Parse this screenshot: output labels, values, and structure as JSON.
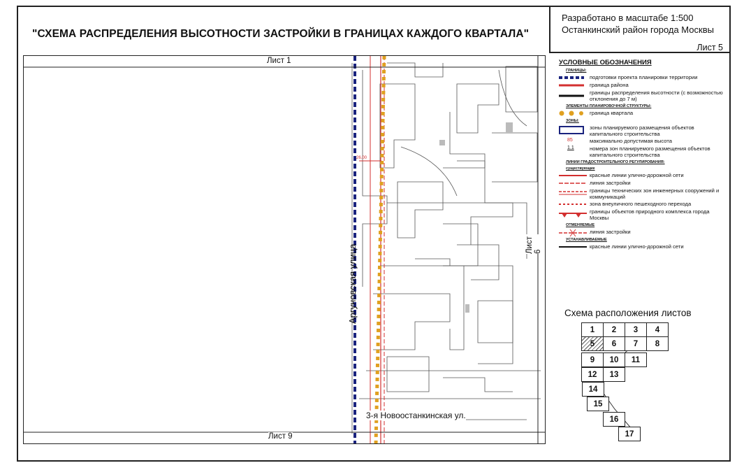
{
  "title": "\"СХЕМА РАСПРЕДЕЛЕНИЯ ВЫСОТНОСТИ ЗАСТРОЙКИ В ГРАНИЦАХ КАЖДОГО КВАРТАЛА\"",
  "stamp": {
    "line1": "Разработано в масштабе 1:500",
    "line2": "Останкинский район города Москвы"
  },
  "sheet_number": "Лист 5",
  "map": {
    "sheet_top": "Лист 1",
    "sheet_bottom": "Лист 9",
    "sheet_right": "Лист 6",
    "street_1": "Аргуновская улица",
    "street_2": "3-я Новоостанкинская ул.",
    "dimension": "26.00"
  },
  "legend": {
    "title": "УСЛОВНЫЕ ОБОЗНАЧЕНИЯ",
    "sections": {
      "boundaries": "ГРАНИЦЫ:",
      "structure": "ЭЛЕМЕНТЫ ПЛАНИРОВОЧНОЙ СТРУКТУРЫ:",
      "zones": "ЗОНЫ:",
      "regulation": "ЛИНИИ ГРАДОСТРОИТЕЛЬНОГО РЕГУЛИРОВАНИЯ:",
      "existing": "существующие",
      "cancelled": "ОТМЕНЯЕМЫЕ",
      "established": "УСТАНАВЛИВАЕМЫЕ"
    },
    "items": {
      "project_boundary": "подготовки проекта планировки территории",
      "district_boundary": "граница района",
      "height_boundary": "границы распределения высотности (с возможностью отклонения до 7 м)",
      "block_boundary": "граница квартала",
      "zone_placement": "зоны планируемого размещения объектов капитального строительства",
      "max_height_value": "85",
      "max_height": "максимально допустимая высота",
      "zone_numbers_value": "1.1",
      "zone_numbers": "номера зон планируемого размещения объектов капитального строительства",
      "red_lines": "красные линии улично-дорожной сети",
      "building_line": "линия застройки",
      "tech_zones": "границы технических зон инженерных сооружений и коммуникаций",
      "pedestrian_zone": "зона внеуличного пешеходного перехода",
      "natural_complex": "границы объектов природного комплекса города Москвы",
      "cancelled_building_line": "линия застройки",
      "new_red_lines": "красные линии улично-дорожной сети"
    }
  },
  "sheet_index": {
    "title": "Схема расположения листов",
    "cells": [
      "1",
      "2",
      "3",
      "4",
      "5",
      "6",
      "7",
      "8",
      "9",
      "10",
      "11",
      "12",
      "13",
      "14",
      "15",
      "16",
      "17"
    ],
    "current": "5"
  },
  "colors": {
    "blue_boundary": "#1a237e",
    "red_line": "#d32f2f",
    "block_boundary": "#e0a020"
  }
}
